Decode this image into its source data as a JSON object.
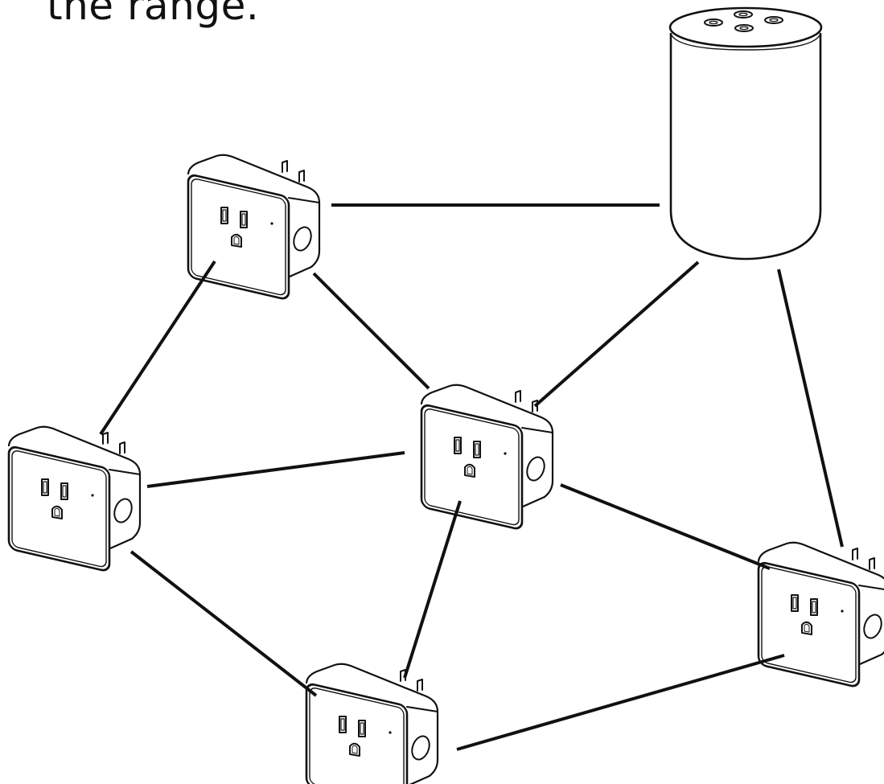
{
  "caption": "the range.",
  "colors": {
    "stroke": "#111111",
    "background": "#ffffff"
  },
  "nodes": [
    {
      "id": "hub",
      "kind": "smart-speaker",
      "icon": "smart-speaker-icon"
    },
    {
      "id": "plug-top",
      "kind": "smart-plug",
      "icon": "smart-plug-icon"
    },
    {
      "id": "plug-center",
      "kind": "smart-plug",
      "icon": "smart-plug-icon"
    },
    {
      "id": "plug-left",
      "kind": "smart-plug",
      "icon": "smart-plug-icon"
    },
    {
      "id": "plug-bottom",
      "kind": "smart-plug",
      "icon": "smart-plug-icon"
    },
    {
      "id": "plug-right",
      "kind": "smart-plug",
      "icon": "smart-plug-icon"
    }
  ],
  "links": [
    [
      "plug-top",
      "hub"
    ],
    [
      "plug-top",
      "plug-left"
    ],
    [
      "plug-top",
      "plug-center"
    ],
    [
      "hub",
      "plug-center"
    ],
    [
      "hub",
      "plug-right"
    ],
    [
      "plug-left",
      "plug-center"
    ],
    [
      "plug-left",
      "plug-bottom"
    ],
    [
      "plug-center",
      "plug-bottom"
    ],
    [
      "plug-center",
      "plug-right"
    ],
    [
      "plug-bottom",
      "plug-right"
    ]
  ]
}
